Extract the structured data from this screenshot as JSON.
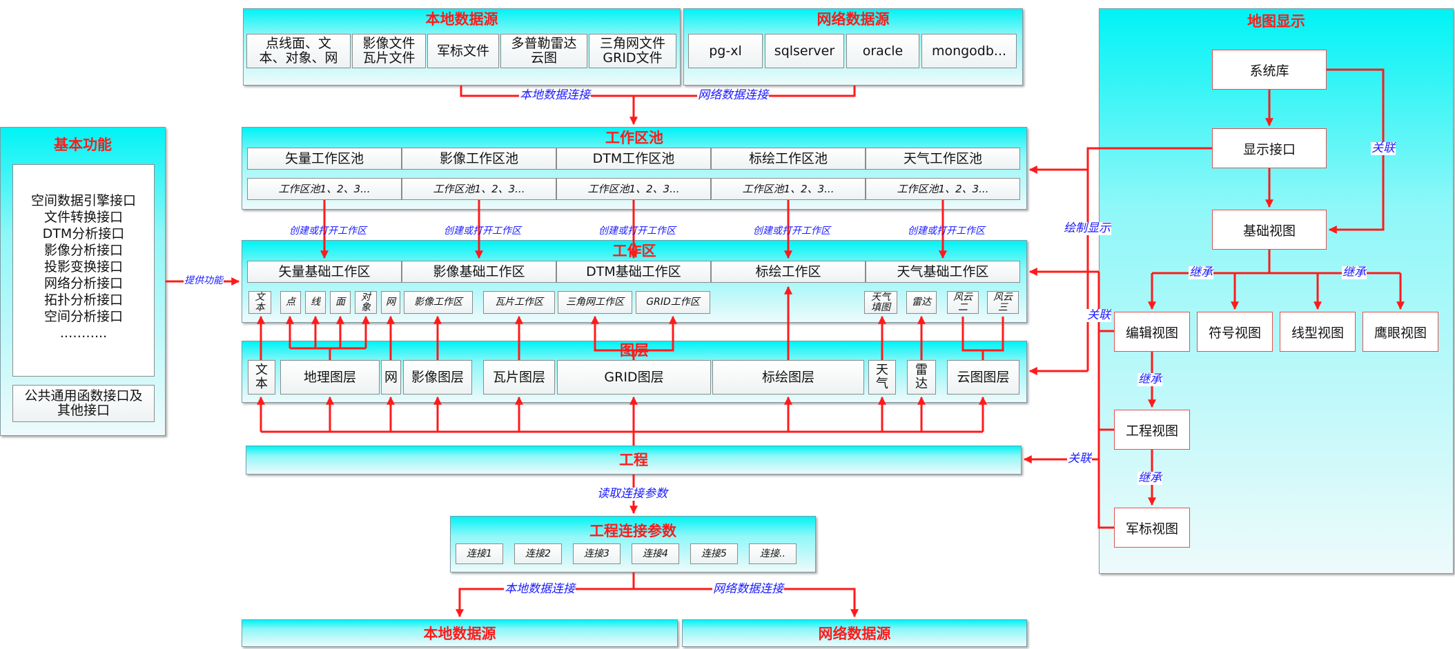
{
  "top_local": {
    "title": "本地数据源",
    "items": [
      "点线面、文\n本、对象、网",
      "影像文件\n瓦片文件",
      "军标文件",
      "多普勒雷达\n云图",
      "三角网文件\nGRID文件"
    ]
  },
  "top_network": {
    "title": "网络数据源",
    "items": [
      "pg-xl",
      "sqlserver",
      "oracle",
      "mongodb..."
    ]
  },
  "top_links": {
    "local": "本地数据连接",
    "network": "网络数据连接"
  },
  "workspace_pool": {
    "title": "工作区池",
    "headers": [
      "矢量工作区池",
      "影像工作区池",
      "DTM工作区池",
      "标绘工作区池",
      "天气工作区池"
    ],
    "subs": [
      "工作区池1、2、3...",
      "工作区池1、2、3...",
      "工作区池1、2、3...",
      "工作区池1、2、3...",
      "工作区池1、2、3..."
    ]
  },
  "create_label": "创建或打开工作区",
  "workspace": {
    "title": "工作区",
    "headers": [
      "矢量基础工作区",
      "影像基础工作区",
      "DTM基础工作区",
      "标绘工作区",
      "天气基础工作区"
    ],
    "sub": [
      "文\n本",
      "点",
      "线",
      "面",
      "对\n象",
      "网",
      "影像工作区",
      "瓦片工作区",
      "三角网工作区",
      "GRID工作区",
      "天气\n填图",
      "雷达",
      "风云\n二",
      "风云\n三"
    ]
  },
  "layers": {
    "title": "图层",
    "items": [
      "文\n本",
      "地理图层",
      "网",
      "影像图层",
      "瓦片图层",
      "GRID图层",
      "标绘图层",
      "天\n气",
      "雷\n达",
      "云图图层"
    ]
  },
  "project": {
    "title": "工程"
  },
  "read_params": "读取连接参数",
  "conn_params": {
    "title": "工程连接参数",
    "items": [
      "连接1",
      "连接2",
      "连接3",
      "连接4",
      "连接5",
      "连接.."
    ]
  },
  "bottom_links": {
    "local": "本地数据连接",
    "network": "网络数据连接"
  },
  "bottom_local": {
    "title": "本地数据源"
  },
  "bottom_network": {
    "title": "网络数据源"
  },
  "basic_functions": {
    "title": "基本功能",
    "items": [
      "空间数据引擎接口",
      "文件转换接口",
      "DTM分析接口",
      "影像分析接口",
      "投影变换接口",
      "网络分析接口",
      "拓扑分析接口",
      "空间分析接口",
      "..……..."
    ],
    "footer": "公共通用函数接口及\n其他接口",
    "provide_label": "提供功能"
  },
  "map_display": {
    "title": "地图显示",
    "system_lib": "系统库",
    "display_interface": "显示接口",
    "base_view": "基础视图",
    "views": [
      "编辑视图",
      "符号视图",
      "线型视图",
      "鹰眼视图"
    ],
    "project_view": "工程视图",
    "military_view": "军标视图",
    "rel_label": "关联",
    "inherit_label": "继承",
    "draw_label": "绘制显示"
  },
  "colors": {
    "line": "#ff1a1a",
    "title": "#ff1a1a",
    "label": "#1a1aff",
    "panel_top": "#00f3f5"
  }
}
